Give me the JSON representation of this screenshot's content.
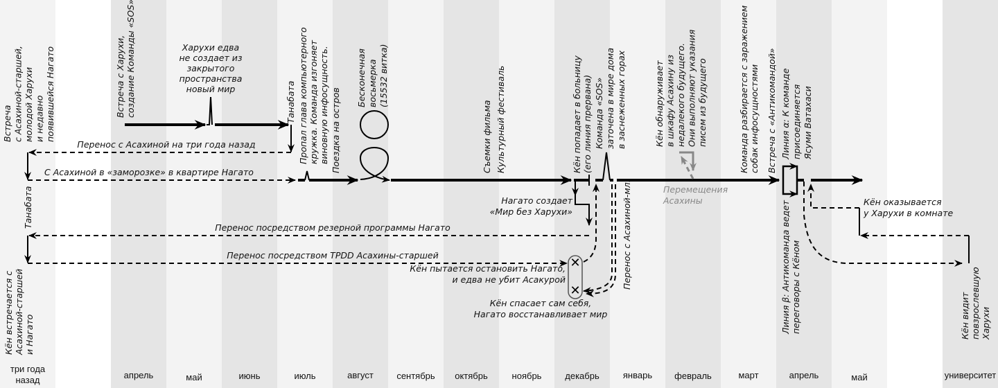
{
  "colors": {
    "band_dark": "#e5e5e5",
    "band_light": "#f3f3f3",
    "band_white": "#ffffff",
    "line": "#000000",
    "secondary": "#888888"
  },
  "months": [
    "три года",
    "назад",
    "апрель",
    "май",
    "июнь",
    "июль",
    "август",
    "сентябрь",
    "октябрь",
    "ноябрь",
    "декабрь",
    "январь",
    "февраль",
    "март",
    "апрель",
    "май",
    "университет"
  ],
  "labels": {
    "meet_old_asahina": [
      "Встреча",
      "с Асахиной-старшей,",
      "молодой Харухи",
      "и недавно",
      "появившейся Нагато"
    ],
    "meet_haruhi": [
      "Встреча с Харухи,",
      "создание Команды «SOS»"
    ],
    "closed_space": [
      "Харухи едва",
      "не создает из",
      "закрытого",
      "пространства",
      "новый мир"
    ],
    "tanabata_top": [
      "Танабата"
    ],
    "computer_club": [
      "Пропал глава компьютерного",
      "кружка. Команда изгоняет",
      "виновную инфосущность."
    ],
    "island": [
      "Поездка на остров"
    ],
    "endless_eight": [
      "Бесконечная",
      "восьмерка",
      "(15532 витка)"
    ],
    "film": [
      "Съемки фильма"
    ],
    "festival": [
      "Культурный фестиваль"
    ],
    "hospital": [
      "Кён попадает в больницу",
      "(его линия прервана)"
    ],
    "snow_mountain": [
      "Команда «SOS»",
      "заточена в мире дома",
      "в заснеженных горах"
    ],
    "closet_asahina": [
      "Кён обнаруживает",
      "в шкафу Асахину из",
      "недалекого будущего.",
      "Они выполняют указания",
      "писем из будущего"
    ],
    "dogs": [
      "Команда разбирается с заражением",
      "собак инфосущностями"
    ],
    "anti_team": [
      "Встреча с «Антикомандой»"
    ],
    "line_alpha": [
      "Линия α: К команде",
      "присоединяется",
      "Ясуми Ватахаси"
    ],
    "transfer_three_years": [
      "Перенос с Асахиной на три года назад"
    ],
    "frozen": [
      "С Асахиной в «заморозке» в квартире Нагато"
    ],
    "tanabata_bottom": [
      "Танабата"
    ],
    "nagato_world": [
      "Нагато создает",
      "«Мир без Харухи»"
    ],
    "backup_program": [
      "Перенос посредством резерной программы Нагато"
    ],
    "tpdd": [
      "Перенос посредством TPDD Асахины-старшей"
    ],
    "kyon_tries": [
      "Кён пытается остановить Нагато,",
      "и едва не убит Асакурой"
    ],
    "kyon_saves": [
      "Кён спасает сам себя,",
      "Нагато восстанавливает мир"
    ],
    "transfer_young_asahina": [
      "Перенос с Асахиной-мл."
    ],
    "asahina_moves": [
      "Перемещения",
      "Асахины"
    ],
    "line_beta": [
      "Линия β: Антикоманда ведет",
      "переговоры с Кёном"
    ],
    "haruhi_room": [
      "Кён оказывается",
      "у Харухи в комнате"
    ],
    "grown_haruhi": [
      "Кён видит",
      "повзрослевшую",
      "Харухи"
    ],
    "kyon_meets": [
      "Кён встречается с",
      "Асахиной-старшей",
      "и Нагато"
    ]
  }
}
